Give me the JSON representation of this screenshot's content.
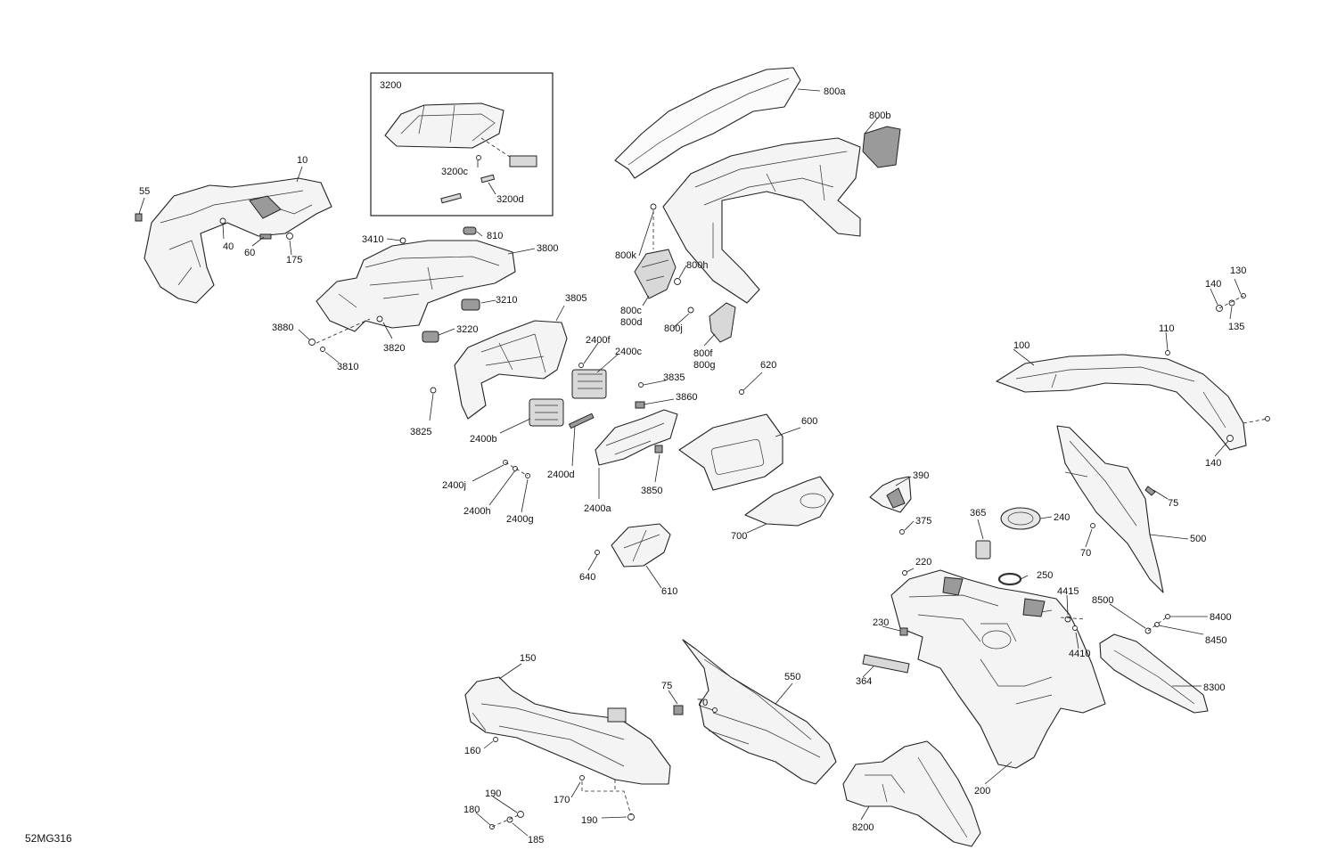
{
  "diagram_code": "52MG316",
  "labels": {
    "l10": "10",
    "l55": "55",
    "l40": "40",
    "l60": "60",
    "l175": "175",
    "l3200": "3200",
    "l3200c": "3200c",
    "l3200d": "3200d",
    "l3410": "3410",
    "l810": "810",
    "l3800": "3800",
    "l3210": "3210",
    "l3220": "3220",
    "l3880": "3880",
    "l3820": "3820",
    "l3810": "3810",
    "l3805": "3805",
    "l2400f": "2400f",
    "l2400c": "2400c",
    "l3825": "3825",
    "l2400b": "2400b",
    "l3835": "3835",
    "l3860": "3860",
    "l2400d": "2400d",
    "l3850": "3850",
    "l2400a": "2400a",
    "l2400j": "2400j",
    "l2400h": "2400h",
    "l2400g": "2400g",
    "l640": "640",
    "l610": "610",
    "l800a": "800a",
    "l800b": "800b",
    "l800k": "800k",
    "l800h": "800h",
    "l800c": "800c",
    "l800d": "800d",
    "l800j": "800j",
    "l800f": "800f",
    "l800g": "800g",
    "l620": "620",
    "l600": "600",
    "l700": "700",
    "l390": "390",
    "l375": "375",
    "l365": "365",
    "l240": "240",
    "l250": "250",
    "l220": "220",
    "l230": "230",
    "l364": "364",
    "l4415": "4415",
    "l4410": "4410",
    "l200": "200",
    "l130": "130",
    "l140a": "140",
    "l135": "135",
    "l110": "110",
    "l100": "100",
    "l140b": "140",
    "l75a": "75",
    "l70a": "70",
    "l500": "500",
    "l8500": "8500",
    "l8400": "8400",
    "l8450": "8450",
    "l8300": "8300",
    "l150": "150",
    "l160": "160",
    "l170": "170",
    "l190a": "190",
    "l180": "180",
    "l185": "185",
    "l190b": "190",
    "l75b": "75",
    "l70b": "70",
    "l550": "550",
    "l8200": "8200"
  }
}
